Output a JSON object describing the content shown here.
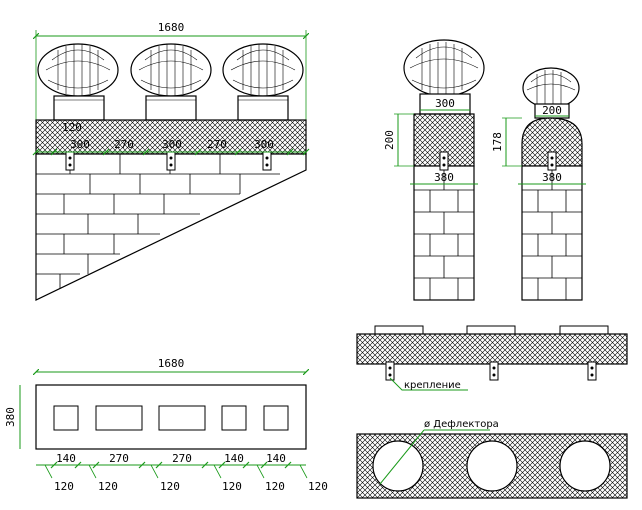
{
  "colors": {
    "dimension": "#1a9a1a",
    "outline": "#000000",
    "background": "#ffffff"
  },
  "front_view": {
    "overall_width": "1680",
    "cap_edge": "120",
    "bases": [
      "300",
      "300",
      "300"
    ],
    "gaps": [
      "270",
      "270"
    ]
  },
  "side_views": {
    "tall": {
      "top": "300",
      "height": "200",
      "width": "380"
    },
    "short": {
      "top": "200",
      "height": "178",
      "width": "380"
    }
  },
  "plan_view": {
    "overall_width": "1680",
    "height": "380",
    "openings": [
      "140",
      "270",
      "270",
      "140",
      "140"
    ],
    "edges": [
      "120",
      "120",
      "120",
      "120",
      "120",
      "120"
    ]
  },
  "section": {
    "mount_label": "крепление"
  },
  "top_plate": {
    "diameter_label": "ø Дефлектора"
  }
}
